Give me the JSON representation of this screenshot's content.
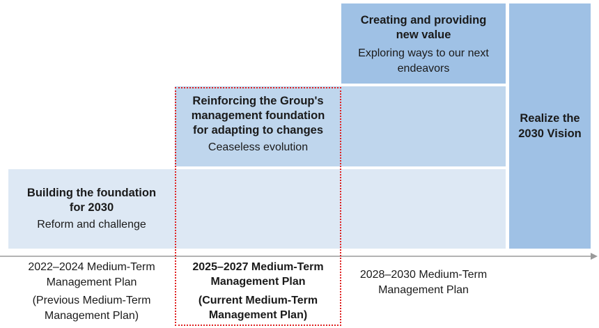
{
  "colors": {
    "lightest_band": "#dde8f4",
    "mid_band": "#bfd6ed",
    "darker_band": "#9fc1e5",
    "current_frame": "#e02020",
    "timeline_arrow": "#9a9a9a"
  },
  "steps": {
    "foundation": {
      "title_line1": "Building the foundation",
      "title_line2": "for 2030",
      "subtitle": "Reform and challenge"
    },
    "reinforce": {
      "title_line1": "Reinforcing the Group's",
      "title_line2": "management foundation",
      "title_line3": "for adapting to changes",
      "subtitle": "Ceaseless evolution"
    },
    "creating": {
      "title_line1": "Creating and providing",
      "title_line2": "new value",
      "subtitle_line1": "Exploring ways to our next",
      "subtitle_line2": "endeavors"
    },
    "vision": {
      "title_line1": "Realize the",
      "title_line2": "2030 Vision"
    }
  },
  "plans": {
    "previous": {
      "line1": "2022–2024 Medium-Term",
      "line2": "Management Plan",
      "note_line1": "(Previous Medium-Term",
      "note_line2": "Management Plan)"
    },
    "current": {
      "line1": "2025–2027 Medium-Term",
      "line2": "Management Plan",
      "note_line1": "(Current Medium-Term",
      "note_line2": "Management Plan)"
    },
    "next": {
      "line1": "2028–2030 Medium-Term",
      "line2": "Management Plan"
    }
  }
}
